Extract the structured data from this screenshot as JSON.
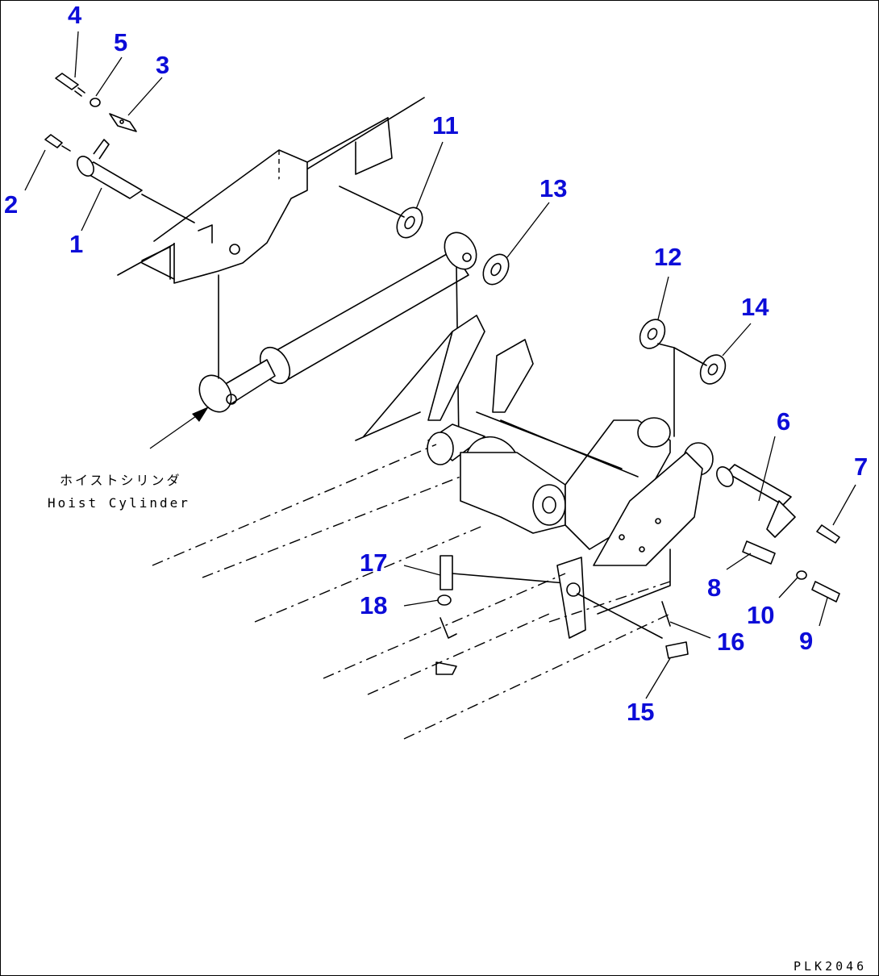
{
  "diagram": {
    "callouts": [
      "1",
      "2",
      "3",
      "4",
      "5",
      "6",
      "7",
      "8",
      "9",
      "10",
      "11",
      "12",
      "13",
      "14",
      "15",
      "16",
      "17",
      "18"
    ],
    "caption_jp": "ホイストシリンダ",
    "caption_en": "Hoist Cylinder",
    "drawing_code": "PLK2046"
  }
}
